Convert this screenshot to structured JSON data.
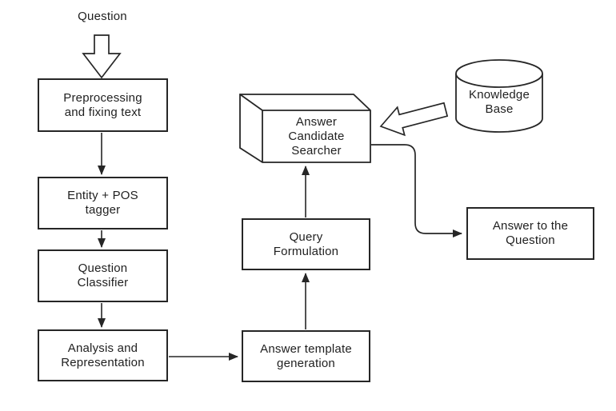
{
  "colors": {
    "background": "#ffffff",
    "stroke": "#262626",
    "text": "#1f1f1f"
  },
  "labels": {
    "question_input": "Question",
    "preprocessing": "Preprocessing\nand fixing text",
    "entity_pos_tagger": "Entity + POS\ntagger",
    "question_classifier": "Question\nClassifier",
    "analysis_representation": "Analysis and\nRepresentation",
    "answer_template_generation": "Answer template\ngeneration",
    "query_formulation": "Query\nFormulation",
    "answer_candidate_searcher": "Answer\nCandidate\nSearcher",
    "knowledge_base": "Knowledge\nBase",
    "answer_to_question": "Answer to the\nQuestion"
  }
}
